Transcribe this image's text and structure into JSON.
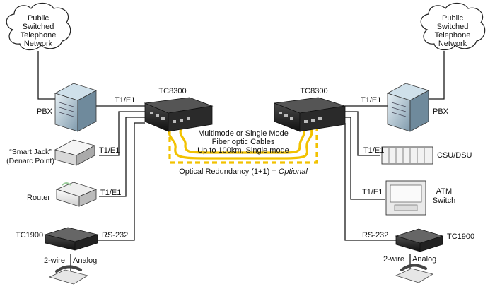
{
  "clouds": {
    "left": {
      "line1": "Public",
      "line2": "Switched",
      "line3": "Telephone",
      "line4": "Network"
    },
    "right": {
      "line1": "Public",
      "line2": "Switched",
      "line3": "Telephone",
      "line4": "Network"
    }
  },
  "left": {
    "unit_title": "TC8300",
    "pbx": "PBX",
    "pbx_link": "T1/E1",
    "smartjack_line1": "“Smart Jack”",
    "smartjack_line2": "(Denarc Point)",
    "smartjack_link": "T1/E1",
    "router": "Router",
    "router_link": "T1/E1",
    "tc1900": "TC1900",
    "tc1900_link": "RS-232",
    "twowire": "2-wire",
    "analog": "Analog"
  },
  "right": {
    "unit_title": "TC8300",
    "pbx": "PBX",
    "pbx_link": "T1/E1",
    "csu": "CSU/DSU",
    "csu_link": "T1/E1",
    "atm_line1": "ATM",
    "atm_line2": "Switch",
    "atm_link": "T1/E1",
    "tc1900": "TC1900",
    "tc1900_link": "RS-232",
    "twowire": "2-wire",
    "analog": "Analog"
  },
  "fiber": {
    "line1": "Multimode or Single Mode",
    "line2": "Fiber optic Cables",
    "line3": "Up to 100km, Single mode",
    "redundancy_prefix": "Optical Redundancy (1+1) = ",
    "redundancy_emph": "Optional"
  },
  "colors": {
    "fiber": "#f2c200",
    "wire": "#1a1a1a"
  }
}
